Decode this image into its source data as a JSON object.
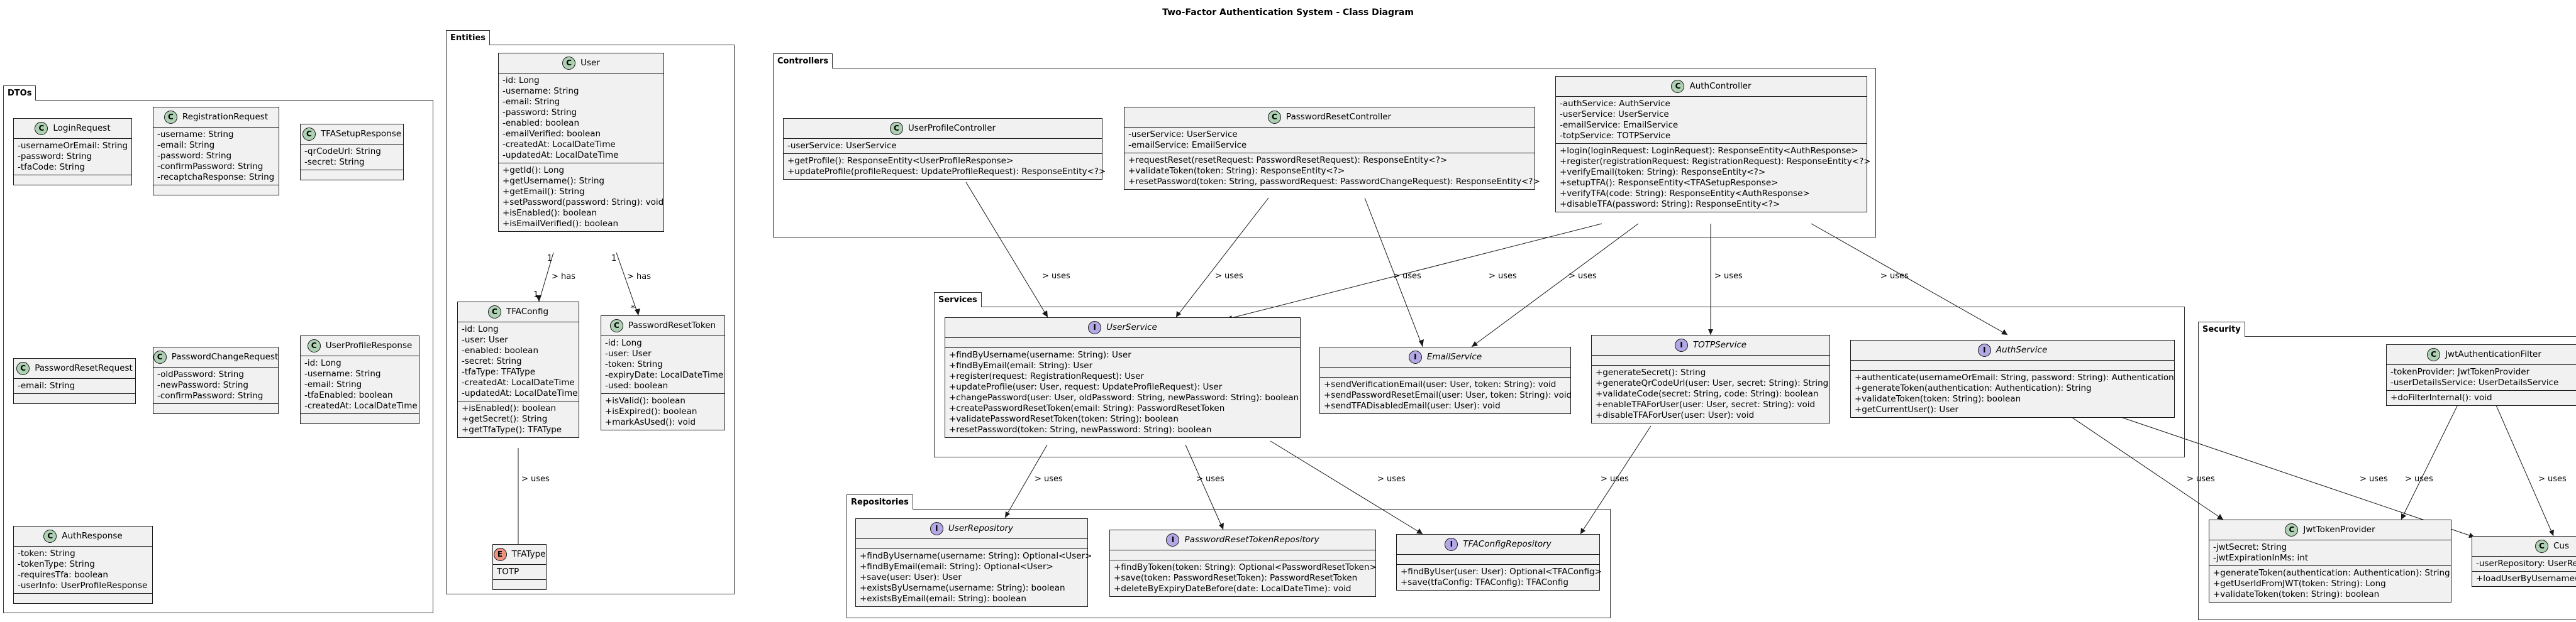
{
  "title": "Two-Factor Authentication System - Class Diagram",
  "packages": {
    "dtos": "DTOs",
    "entities": "Entities",
    "controllers": "Controllers",
    "services": "Services",
    "repositories": "Repositories",
    "security": "Security"
  },
  "classes": {
    "login_request": {
      "name": "LoginRequest",
      "stereotype": "C",
      "fields": [
        "-usernameOrEmail: String",
        "-password: String",
        "-tfaCode: String"
      ],
      "methods": []
    },
    "registration_request": {
      "name": "RegistrationRequest",
      "stereotype": "C",
      "fields": [
        "-username: String",
        "-email: String",
        "-password: String",
        "-confirmPassword: String",
        "-recaptchaResponse: String"
      ],
      "methods": []
    },
    "tfa_setup_response": {
      "name": "TFASetupResponse",
      "stereotype": "C",
      "fields": [
        "-qrCodeUrl: String",
        "-secret: String"
      ],
      "methods": []
    },
    "password_reset_request": {
      "name": "PasswordResetRequest",
      "stereotype": "C",
      "fields": [
        "-email: String"
      ],
      "methods": []
    },
    "password_change_request": {
      "name": "PasswordChangeRequest",
      "stereotype": "C",
      "fields": [
        "-oldPassword: String",
        "-newPassword: String",
        "-confirmPassword: String"
      ],
      "methods": []
    },
    "user_profile_response": {
      "name": "UserProfileResponse",
      "stereotype": "C",
      "fields": [
        "-id: Long",
        "-username: String",
        "-email: String",
        "-tfaEnabled: boolean",
        "-createdAt: LocalDateTime"
      ],
      "methods": []
    },
    "auth_response": {
      "name": "AuthResponse",
      "stereotype": "C",
      "fields": [
        "-token: String",
        "-tokenType: String",
        "-requiresTfa: boolean",
        "-userInfo: UserProfileResponse"
      ],
      "methods": []
    },
    "user": {
      "name": "User",
      "stereotype": "C",
      "fields": [
        "-id: Long",
        "-username: String",
        "-email: String",
        "-password: String",
        "-enabled: boolean",
        "-emailVerified: boolean",
        "-createdAt: LocalDateTime",
        "-updatedAt: LocalDateTime"
      ],
      "methods": [
        "+getId(): Long",
        "+getUsername(): String",
        "+getEmail(): String",
        "+setPassword(password: String): void",
        "+isEnabled(): boolean",
        "+isEmailVerified(): boolean"
      ]
    },
    "tfa_config": {
      "name": "TFAConfig",
      "stereotype": "C",
      "fields": [
        "-id: Long",
        "-user: User",
        "-enabled: boolean",
        "-secret: String",
        "-tfaType: TFAType",
        "-createdAt: LocalDateTime",
        "-updatedAt: LocalDateTime"
      ],
      "methods": [
        "+isEnabled(): boolean",
        "+getSecret(): String",
        "+getTfaType(): TFAType"
      ]
    },
    "password_reset_token": {
      "name": "PasswordResetToken",
      "stereotype": "C",
      "fields": [
        "-id: Long",
        "-user: User",
        "-token: String",
        "-expiryDate: LocalDateTime",
        "-used: boolean"
      ],
      "methods": [
        "+isValid(): boolean",
        "+isExpired(): boolean",
        "+markAsUsed(): void"
      ]
    },
    "tfa_type": {
      "name": "TFAType",
      "stereotype": "E",
      "fields": [
        "TOTP"
      ],
      "methods": []
    },
    "user_profile_controller": {
      "name": "UserProfileController",
      "stereotype": "C",
      "fields": [
        "-userService: UserService"
      ],
      "methods": [
        "+getProfile(): ResponseEntity<UserProfileResponse>",
        "+updateProfile(profileRequest: UpdateProfileRequest): ResponseEntity<?>"
      ]
    },
    "password_reset_controller": {
      "name": "PasswordResetController",
      "stereotype": "C",
      "fields": [
        "-userService: UserService",
        "-emailService: EmailService"
      ],
      "methods": [
        "+requestReset(resetRequest: PasswordResetRequest): ResponseEntity<?>",
        "+validateToken(token: String): ResponseEntity<?>",
        "+resetPassword(token: String, passwordRequest: PasswordChangeRequest): ResponseEntity<?>"
      ]
    },
    "auth_controller": {
      "name": "AuthController",
      "stereotype": "C",
      "fields": [
        "-authService: AuthService",
        "-userService: UserService",
        "-emailService: EmailService",
        "-totpService: TOTPService"
      ],
      "methods": [
        "+login(loginRequest: LoginRequest): ResponseEntity<AuthResponse>",
        "+register(registrationRequest: RegistrationRequest): ResponseEntity<?>",
        "+verifyEmail(token: String): ResponseEntity<?>",
        "+setupTFA(): ResponseEntity<TFASetupResponse>",
        "+verifyTFA(code: String): ResponseEntity<AuthResponse>",
        "+disableTFA(password: String): ResponseEntity<?>"
      ]
    },
    "user_service": {
      "name": "UserService",
      "stereotype": "I",
      "fields": [],
      "methods": [
        "+findByUsername(username: String): User",
        "+findByEmail(email: String): User",
        "+register(request: RegistrationRequest): User",
        "+updateProfile(user: User, request: UpdateProfileRequest): User",
        "+changePassword(user: User, oldPassword: String, newPassword: String): boolean",
        "+createPasswordResetToken(email: String): PasswordResetToken",
        "+validatePasswordResetToken(token: String): boolean",
        "+resetPassword(token: String, newPassword: String): boolean"
      ]
    },
    "email_service": {
      "name": "EmailService",
      "stereotype": "I",
      "fields": [],
      "methods": [
        "+sendVerificationEmail(user: User, token: String): void",
        "+sendPasswordResetEmail(user: User, token: String): void",
        "+sendTFADisabledEmail(user: User): void"
      ]
    },
    "totp_service": {
      "name": "TOTPService",
      "stereotype": "I",
      "fields": [],
      "methods": [
        "+generateSecret(): String",
        "+generateQrCodeUrl(user: User, secret: String): String",
        "+validateCode(secret: String, code: String): boolean",
        "+enableTFAForUser(user: User, secret: String): void",
        "+disableTFAForUser(user: User): void"
      ]
    },
    "auth_service": {
      "name": "AuthService",
      "stereotype": "I",
      "fields": [],
      "methods": [
        "+authenticate(usernameOrEmail: String, password: String): Authentication",
        "+generateToken(authentication: Authentication): String",
        "+validateToken(token: String): boolean",
        "+getCurrentUser(): User"
      ]
    },
    "user_repository": {
      "name": "UserRepository",
      "stereotype": "I",
      "fields": [],
      "methods": [
        "+findByUsername(username: String): Optional<User>",
        "+findByEmail(email: String): Optional<User>",
        "+save(user: User): User",
        "+existsByUsername(username: String): boolean",
        "+existsByEmail(email: String): boolean"
      ]
    },
    "password_reset_token_repository": {
      "name": "PasswordResetTokenRepository",
      "stereotype": "I",
      "fields": [],
      "methods": [
        "+findByToken(token: String): Optional<PasswordResetToken>",
        "+save(token: PasswordResetToken): PasswordResetToken",
        "+deleteByExpiryDateBefore(date: LocalDateTime): void"
      ]
    },
    "tfa_config_repository": {
      "name": "TFAConfigRepository",
      "stereotype": "I",
      "fields": [],
      "methods": [
        "+findByUser(user: User): Optional<TFAConfig>",
        "+save(tfaConfig: TFAConfig): TFAConfig"
      ]
    },
    "jwt_authentication_filter": {
      "name": "JwtAuthenticationFilter",
      "stereotype": "C",
      "fields": [
        "-tokenProvider: JwtTokenProvider",
        "-userDetailsService: UserDetailsService"
      ],
      "methods": [
        "+doFilterInternal(): void"
      ]
    },
    "jwt_token_provider": {
      "name": "JwtTokenProvider",
      "stereotype": "C",
      "fields": [
        "-jwtSecret: String",
        "-jwtExpirationInMs: int"
      ],
      "methods": [
        "+generateToken(authentication: Authentication): String",
        "+getUserIdFromJWT(token: String): Long",
        "+validateToken(token: String): boolean"
      ]
    },
    "custom_user_details_service": {
      "name": "Cus",
      "stereotype": "C",
      "fields": [
        "-userRepository: UserRe"
      ],
      "methods": [
        "+loadUserByUsername("
      ]
    }
  },
  "edge_labels": {
    "has": "has",
    "uses": "uses",
    "one": "1",
    "many": "*"
  }
}
